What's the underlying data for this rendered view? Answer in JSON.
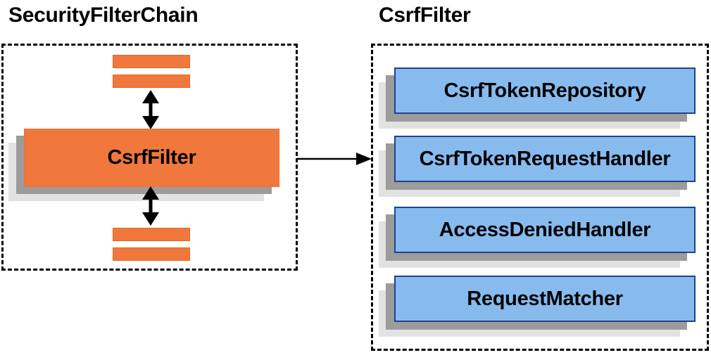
{
  "diagram": {
    "left_panel": {
      "title": "SecurityFilterChain",
      "node_label": "CsrfFilter",
      "filter_bar_count": 4
    },
    "right_panel": {
      "title": "CsrfFilter",
      "components": [
        "CsrfTokenRepository",
        "CsrfTokenRequestHandler",
        "AccessDeniedHandler",
        "RequestMatcher"
      ]
    },
    "icons": {
      "vertical_link": "double-headed-arrow-icon",
      "horizontal_link": "right-arrow-icon"
    },
    "colors": {
      "orange_fill": "#f0783c",
      "orange_border": "#e2662a",
      "blue_fill": "#87bbee",
      "blue_border": "#21418f",
      "shadow_dark": "#9c9c9c",
      "shadow_light": "#e2e2e2",
      "line_black": "#000000",
      "background": "#ffffff"
    }
  }
}
